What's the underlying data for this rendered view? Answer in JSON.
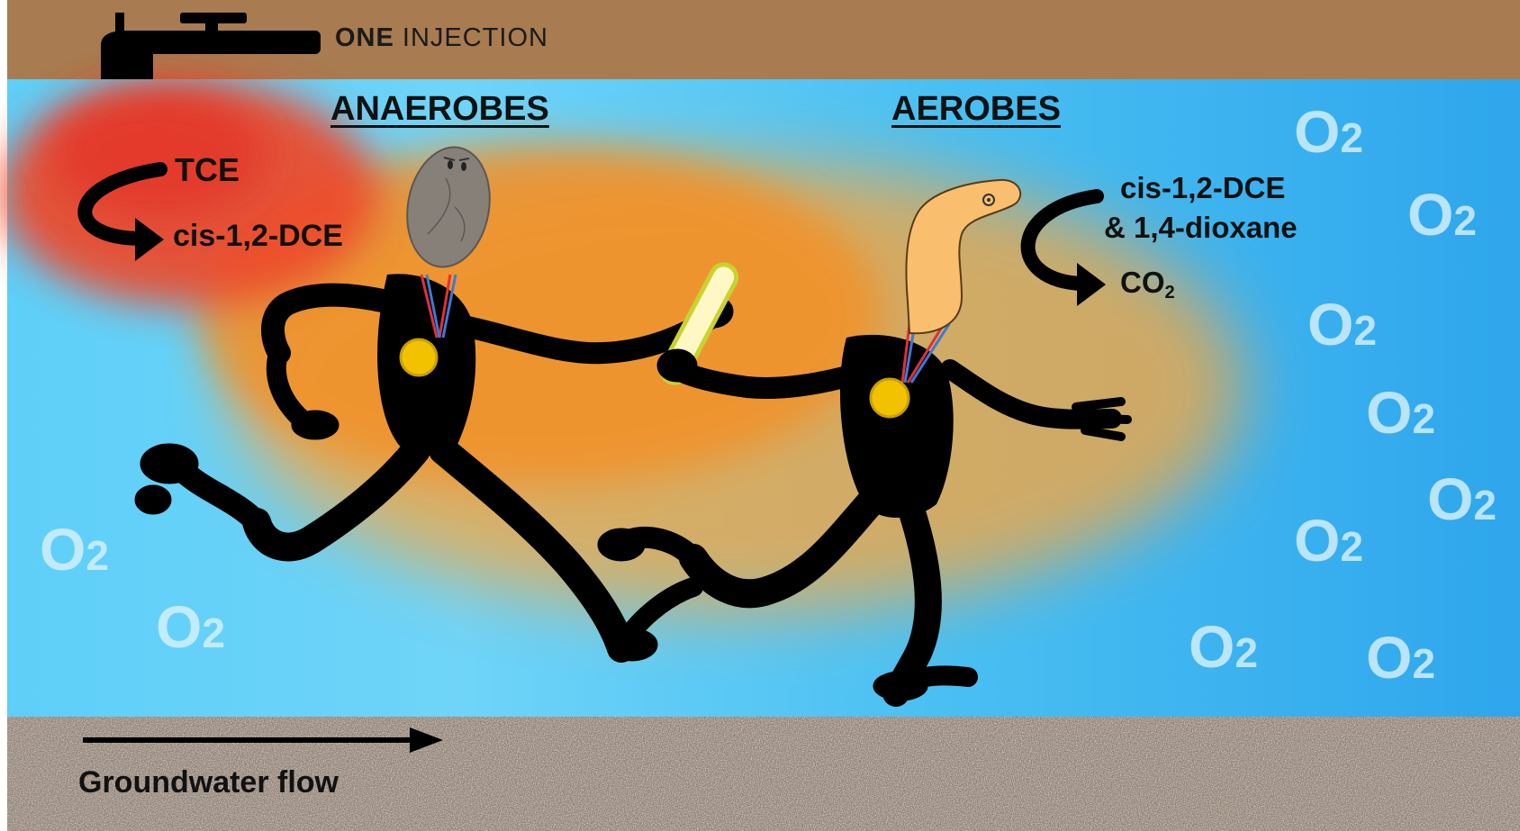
{
  "injection": {
    "bold": "ONE",
    "rest": " INJECTION"
  },
  "headings": {
    "anaerobes": "ANAEROBES",
    "aerobes": "AEROBES"
  },
  "anaerobic_reaction": {
    "from": "TCE",
    "to": "cis-1,2-DCE"
  },
  "aerobic_reaction": {
    "from_line1": "cis-1,2-DCE",
    "from_line2": "& 1,4-dioxane",
    "to_base": "CO",
    "to_sub": "2"
  },
  "oxygen": {
    "base": "O",
    "sub": "2"
  },
  "flow": {
    "label": "Groundwater flow"
  },
  "colors": {
    "soil": "#a87b50",
    "water_left": "#5ecff8",
    "water_right": "#2fa6ec",
    "plume_core": "#f0502a",
    "plume_outer": "#f5a030",
    "runner": "#000000",
    "medal": "#f2c200",
    "baton": "#fff7c4"
  },
  "icons": [
    "tap-icon",
    "runner-icon",
    "medal-icon",
    "baton-icon",
    "reaction-arrow-icon",
    "flow-arrow-icon"
  ]
}
